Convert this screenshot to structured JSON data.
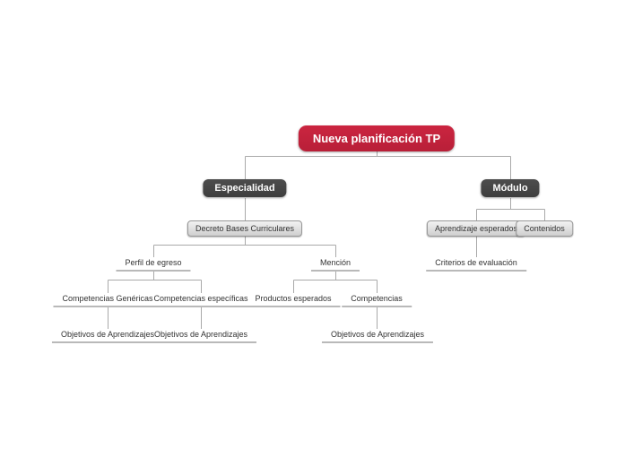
{
  "diagram": {
    "type": "mindmap",
    "root": {
      "label": "Nueva planificación TP"
    },
    "nodes": {
      "especialidad": "Especialidad",
      "modulo": "Módulo",
      "decreto": "Decreto Bases Curriculares",
      "aprendizaje_esperados": "Aprendizaje esperados",
      "contenidos": "Contenidos",
      "perfil_egreso": "Perfil de egreso",
      "mencion": "Mención",
      "criterios_evaluacion": "Criterios de evaluación",
      "competencias_genericas": "Competencias Genéricas",
      "competencias_especificas": "Competencias específicas",
      "productos_esperados": "Productos esperados",
      "competencias": "Competencias",
      "objetivos_aprendizajes": "Objetivos de Aprendizajes"
    },
    "colors": {
      "root_bg": "#c22340",
      "branch_bg": "#454545",
      "box_bg": "#e0e0e0",
      "line": "#a9a9a9"
    },
    "edges": [
      "root > especialidad",
      "root > modulo",
      "especialidad > decreto",
      "modulo > aprendizaje_esperados",
      "modulo > contenidos",
      "decreto > perfil_egreso",
      "decreto > mencion",
      "aprendizaje_esperados > criterios_evaluacion",
      "perfil_egreso > competencias_genericas",
      "perfil_egreso > competencias_especificas",
      "mencion > productos_esperados",
      "mencion > competencias",
      "competencias_genericas > objetivos_aprendizajes",
      "competencias_especificas > objetivos_aprendizajes",
      "competencias > objetivos_aprendizajes"
    ]
  }
}
